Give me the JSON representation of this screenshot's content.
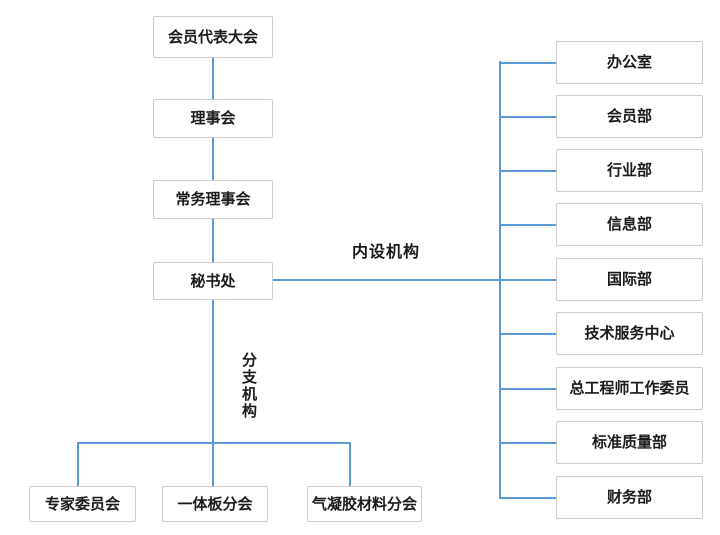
{
  "diagram": {
    "type": "org-chart",
    "chain": [
      "会员代表大会",
      "理事会",
      "常务理事会",
      "秘书处"
    ],
    "group_labels": {
      "internal": "内设机构",
      "branch": "分支机构"
    },
    "internal_departments": [
      "办公室",
      "会员部",
      "行业部",
      "信息部",
      "国际部",
      "技术服务中心",
      "总工程师工作委员",
      "标准质量部",
      "财务部"
    ],
    "branch_organizations": [
      "专家委员会",
      "一体板分会",
      "气凝胶材料分会"
    ]
  },
  "colors": {
    "connector_line": "#5B9BD5",
    "box_border": "#CCCCCC",
    "box_background": "#FFFFFF",
    "text": "#1A1A1A",
    "page_background": "#FFFFFF"
  }
}
